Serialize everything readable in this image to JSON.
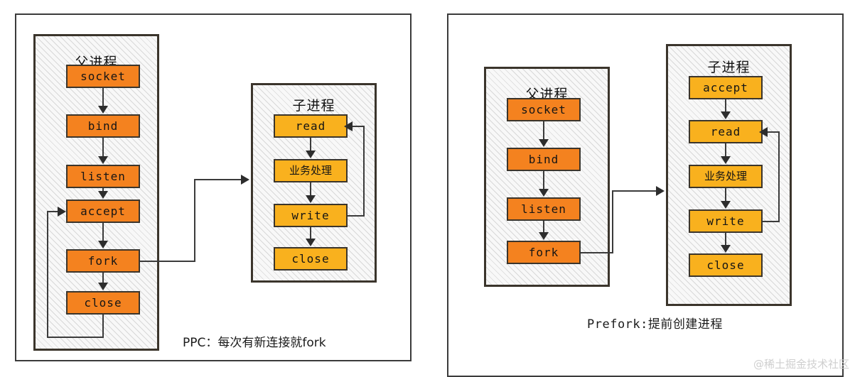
{
  "diagram": {
    "title_left_panel": "PPC",
    "title_right_panel": "Prefork",
    "colors": {
      "parent_node": "#f4821f",
      "child_node": "#f9b11e",
      "node_border": "#3b352c",
      "group_border": "#3b352c",
      "panel_border": "#3b3b3b",
      "connector": "#3b3b3b",
      "hatch_bg": "#f8f8f8",
      "watermark": "#cfcfcf"
    }
  },
  "left_panel": {
    "caption": "PPC：每次有新连接就fork",
    "parent_group": {
      "title": "父进程",
      "nodes": [
        {
          "label": "socket"
        },
        {
          "label": "bind"
        },
        {
          "label": "listen"
        },
        {
          "label": "accept"
        },
        {
          "label": "fork"
        },
        {
          "label": "close"
        }
      ],
      "loop": "close → accept"
    },
    "child_group": {
      "title": "子进程",
      "nodes": [
        {
          "label": "read"
        },
        {
          "label": "业务处理"
        },
        {
          "label": "write"
        },
        {
          "label": "close"
        }
      ],
      "loop": "write → read"
    },
    "link": "fork → 子进程"
  },
  "right_panel": {
    "caption": "Prefork:提前创建进程",
    "parent_group": {
      "title": "父进程",
      "nodes": [
        {
          "label": "socket"
        },
        {
          "label": "bind"
        },
        {
          "label": "listen"
        },
        {
          "label": "fork"
        }
      ]
    },
    "child_group": {
      "title": "子进程",
      "nodes": [
        {
          "label": "accept"
        },
        {
          "label": "read"
        },
        {
          "label": "业务处理"
        },
        {
          "label": "write"
        },
        {
          "label": "close"
        }
      ],
      "loop": "write → read"
    },
    "link": "fork → 子进程"
  },
  "watermark": "@稀土掘金技术社区"
}
